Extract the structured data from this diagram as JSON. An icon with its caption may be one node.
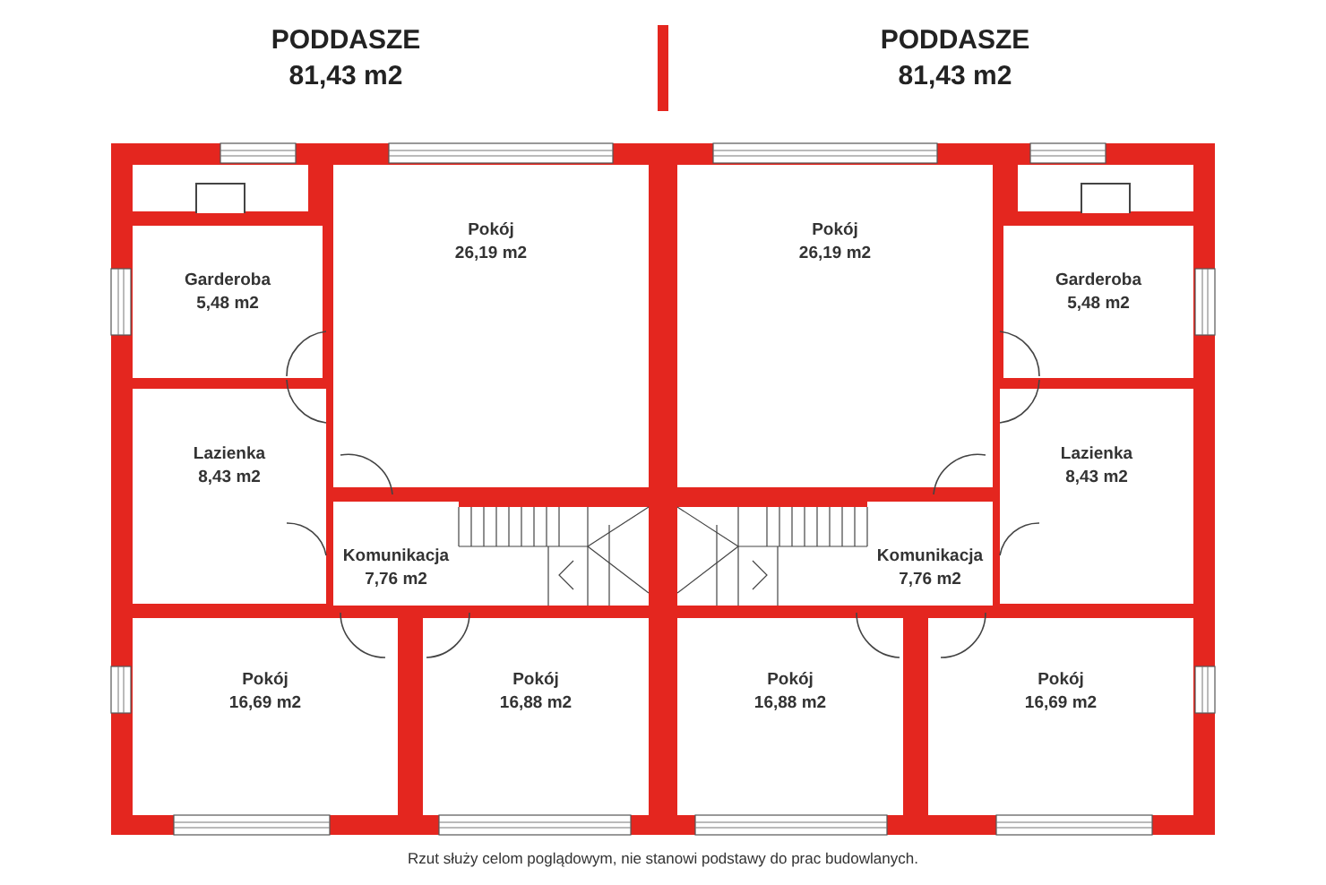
{
  "diagram": {
    "caption": "Rzut służy celom poglądowym, nie stanowi podstawy do prac budowlanych.",
    "nodes": [
      {
        "text": [
          "Pokój",
          "26,19 m2"
        ]
      },
      {
        "text": [
          "Garderoba",
          "5,48 m2"
        ]
      },
      {
        "text": [
          "Lazienka",
          "8,43 m2"
        ]
      },
      {
        "text": [
          "Komunikacja",
          "7,76 m2"
        ]
      },
      {
        "text": [
          "Pokój",
          "16,69 m2"
        ]
      },
      {
        "text": [
          "Pokój",
          "16,88 m2"
        ]
      },
      {
        "text": [
          "Pokój",
          "26,19 m2"
        ]
      },
      {
        "text": [
          "Garderoba",
          "5,48 m2"
        ]
      },
      {
        "text": [
          "Lazienka",
          "8,43 m2"
        ]
      },
      {
        "text": [
          "Komunikacja",
          "7,76 m2"
        ]
      },
      {
        "text": [
          "Pokój",
          "16,88 m2"
        ]
      },
      {
        "text": [
          "Pokój",
          "16,69 m2"
        ]
      }
    ],
    "labels": [
      "PODDASZE",
      "81,43 m2",
      "PODDASZE",
      "81,43 m2"
    ]
  }
}
